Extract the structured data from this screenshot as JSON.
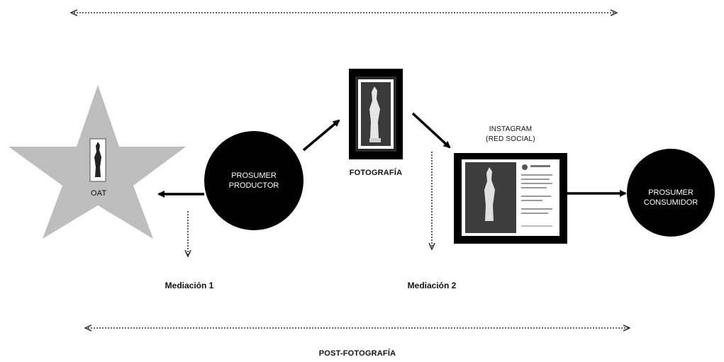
{
  "labels": {
    "oat": "OAT",
    "prosumer_productor": "PROSUMER\nPRODUCTOR",
    "fotografia": "FOTOGRAFÍA",
    "instagram": "INSTAGRAM\n(RED SOCIAL)",
    "prosumer_consumidor": "PROSUMER\nCONSUMIDOR",
    "mediacion_1": "Mediación 1",
    "mediacion_2": "Mediación 2",
    "post_fotografia": "POST-FOTOGRAFÍA"
  },
  "colors": {
    "star": "#bdbdbd",
    "node": "#000000",
    "arrow": "#000000",
    "dotted_arrow": "#333333"
  }
}
